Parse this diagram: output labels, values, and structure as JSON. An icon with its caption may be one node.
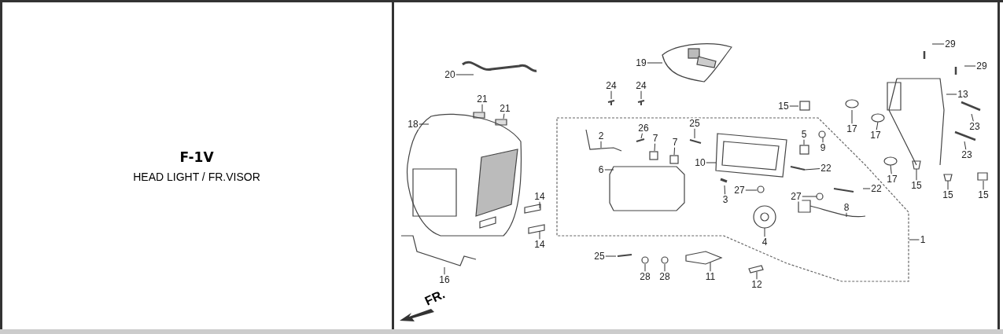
{
  "diagram": {
    "title": "F-1V",
    "nodes": [
      {
        "text": [
          "20"
        ]
      },
      {
        "text": [
          "19"
        ]
      },
      {
        "text": [
          "24"
        ]
      },
      {
        "text": [
          "24"
        ]
      },
      {
        "text": [
          "29"
        ]
      },
      {
        "text": [
          "29"
        ]
      },
      {
        "text": [
          "13"
        ]
      },
      {
        "text": [
          "15"
        ]
      },
      {
        "text": [
          "17"
        ]
      },
      {
        "text": [
          "17"
        ]
      },
      {
        "text": [
          "17"
        ]
      },
      {
        "text": [
          "15"
        ]
      },
      {
        "text": [
          "23"
        ]
      },
      {
        "text": [
          "23"
        ]
      },
      {
        "text": [
          "21"
        ]
      },
      {
        "text": [
          "21"
        ]
      },
      {
        "text": [
          "18"
        ]
      },
      {
        "text": [
          "2"
        ]
      },
      {
        "text": [
          "26"
        ]
      },
      {
        "text": [
          "7"
        ]
      },
      {
        "text": [
          "7"
        ]
      },
      {
        "text": [
          "25"
        ]
      },
      {
        "text": [
          "5"
        ]
      },
      {
        "text": [
          "9"
        ]
      },
      {
        "text": [
          "10"
        ]
      },
      {
        "text": [
          "6"
        ]
      },
      {
        "text": [
          "22"
        ]
      },
      {
        "text": [
          "3"
        ]
      },
      {
        "text": [
          "27"
        ]
      },
      {
        "text": [
          "27"
        ]
      },
      {
        "text": [
          "22"
        ]
      },
      {
        "text": [
          "8"
        ]
      },
      {
        "text": [
          "4"
        ]
      },
      {
        "text": [
          "1"
        ]
      },
      {
        "text": [
          "15"
        ]
      },
      {
        "text": [
          "15"
        ]
      },
      {
        "text": [
          "14"
        ]
      },
      {
        "text": [
          "14"
        ]
      },
      {
        "text": [
          "16"
        ]
      },
      {
        "text": [
          "25"
        ]
      },
      {
        "text": [
          "28"
        ]
      },
      {
        "text": [
          "28"
        ]
      },
      {
        "text": [
          "11"
        ]
      },
      {
        "text": [
          "12"
        ]
      }
    ],
    "edges": [
      {
        "from": 0,
        "to": null,
        "arrow": "none"
      },
      {
        "from": 1,
        "to": null,
        "arrow": "none"
      },
      {
        "from": 2,
        "to": null,
        "arrow": "none"
      },
      {
        "from": 3,
        "to": null,
        "arrow": "none"
      },
      {
        "from": 4,
        "to": null,
        "arrow": "none"
      },
      {
        "from": 5,
        "to": null,
        "arrow": "none"
      },
      {
        "from": 6,
        "to": null,
        "arrow": "none"
      },
      {
        "from": 7,
        "to": null,
        "arrow": "none"
      },
      {
        "from": 8,
        "to": null,
        "arrow": "none"
      },
      {
        "from": 9,
        "to": null,
        "arrow": "none"
      },
      {
        "from": 10,
        "to": null,
        "arrow": "none"
      },
      {
        "from": 11,
        "to": null,
        "arrow": "none"
      },
      {
        "from": 12,
        "to": null,
        "arrow": "none"
      },
      {
        "from": 13,
        "to": null,
        "arrow": "none"
      },
      {
        "from": 14,
        "to": null,
        "arrow": "none"
      },
      {
        "from": 15,
        "to": null,
        "arrow": "none"
      },
      {
        "from": 16,
        "to": null,
        "arrow": "none"
      },
      {
        "from": 17,
        "to": null,
        "arrow": "none"
      },
      {
        "from": 18,
        "to": null,
        "arrow": "none"
      },
      {
        "from": 19,
        "to": null,
        "arrow": "none"
      },
      {
        "from": 20,
        "to": null,
        "arrow": "none"
      },
      {
        "from": 21,
        "to": null,
        "arrow": "none"
      },
      {
        "from": 22,
        "to": null,
        "arrow": "none"
      },
      {
        "from": 23,
        "to": null,
        "arrow": "none"
      },
      {
        "from": 24,
        "to": null,
        "arrow": "none"
      },
      {
        "from": 25,
        "to": null,
        "arrow": "none"
      },
      {
        "from": 26,
        "to": null,
        "arrow": "none"
      },
      {
        "from": 27,
        "to": null,
        "arrow": "none"
      },
      {
        "from": 28,
        "to": null,
        "arrow": "none"
      },
      {
        "from": 29,
        "to": null,
        "arrow": "none"
      },
      {
        "from": 30,
        "to": null,
        "arrow": "none"
      },
      {
        "from": 31,
        "to": null,
        "arrow": "none"
      },
      {
        "from": 32,
        "to": null,
        "arrow": "none"
      },
      {
        "from": 33,
        "to": null,
        "arrow": "none"
      },
      {
        "from": 34,
        "to": null,
        "arrow": "none"
      },
      {
        "from": 35,
        "to": null,
        "arrow": "none"
      },
      {
        "from": 36,
        "to": null,
        "arrow": "none"
      },
      {
        "from": 37,
        "to": null,
        "arrow": "none"
      },
      {
        "from": 38,
        "to": null,
        "arrow": "none"
      },
      {
        "from": 39,
        "to": null,
        "arrow": "none"
      },
      {
        "from": 40,
        "to": null,
        "arrow": "none"
      },
      {
        "from": 41,
        "to": null,
        "arrow": "none"
      },
      {
        "from": 42,
        "to": null,
        "arrow": "none"
      },
      {
        "from": 43,
        "to": null,
        "arrow": "none"
      }
    ],
    "labels": [
      "HEAD LIGHT / FR.VISOR",
      "FR."
    ]
  }
}
